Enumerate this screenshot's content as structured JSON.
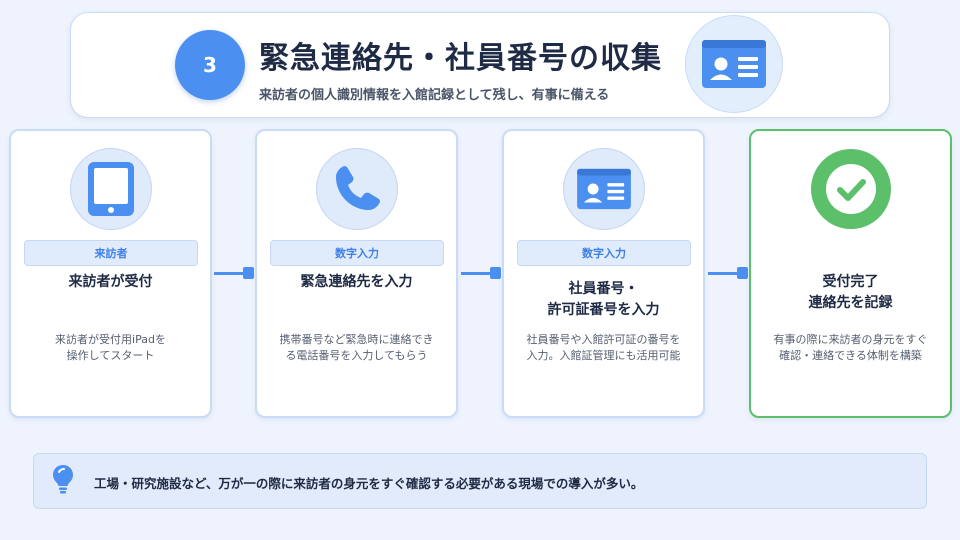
{
  "header": {
    "step_number": "3",
    "title": "緊急連絡先・社員番号の収集",
    "subtitle": "来訪者の個人識別情報を入館記録として残し、有事に備える"
  },
  "steps": [
    {
      "tag": "来訪者",
      "title_line1": "来訪者が受付",
      "title_line2": "",
      "desc_line1": "来訪者が受付用iPadを",
      "desc_line2": "操作してスタート",
      "icon": "tablet-icon"
    },
    {
      "tag": "数字入力",
      "title_line1": "緊急連絡先を入力",
      "title_line2": "",
      "desc_line1": "携帯番号など緊急時に連絡でき",
      "desc_line2": "る電話番号を入力してもらう",
      "icon": "phone-icon"
    },
    {
      "tag": "数字入力",
      "title_line1": "社員番号・",
      "title_line2": "許可証番号を入力",
      "desc_line1": "社員番号や入館許可証の番号を",
      "desc_line2": "入力。入館証管理にも活用可能",
      "icon": "id-card-icon"
    },
    {
      "tag": "",
      "title_line1": "受付完了",
      "title_line2": "連絡先を記録",
      "desc_line1": "有事の際に来訪者の身元をすぐ",
      "desc_line2": "確認・連絡できる体制を構築",
      "icon": "check-circle-icon"
    }
  ],
  "note": {
    "text": "工場・研究施設など、万が一の際に来訪者の身元をすぐ確認する必要がある現場での導入が多い。",
    "icon": "lightbulb-icon"
  },
  "colors": {
    "accent": "#4b8ff0",
    "success": "#5cbf6a",
    "background": "#eef3fd"
  }
}
